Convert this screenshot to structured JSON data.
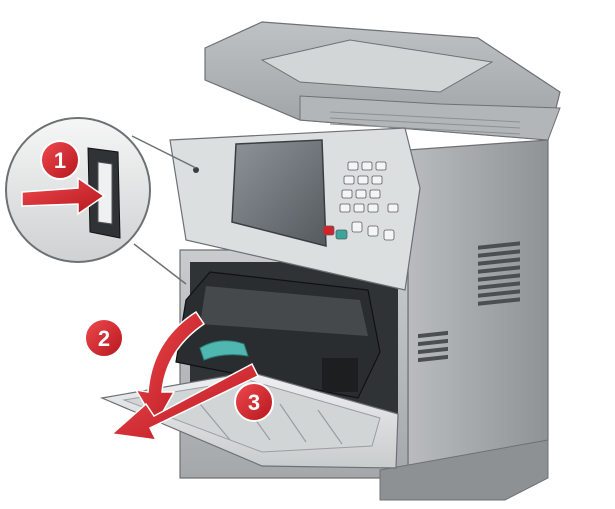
{
  "steps": [
    {
      "number": "1",
      "meaning": "press-release-button"
    },
    {
      "number": "2",
      "meaning": "open-front-door"
    },
    {
      "number": "3",
      "meaning": "pull-out-toner-cartridge"
    }
  ],
  "colors": {
    "callout_red": "#d2232a",
    "printer_gray": "#a8acae",
    "printer_dark": "#3c4043",
    "door_light": "#e6e8e9",
    "screen": "#6f767b",
    "toner_handle": "#4fb6b0"
  },
  "icons": [
    "release-button-icon",
    "open-arrow-icon",
    "pull-arrow-icon",
    "toner-cartridge-icon"
  ]
}
